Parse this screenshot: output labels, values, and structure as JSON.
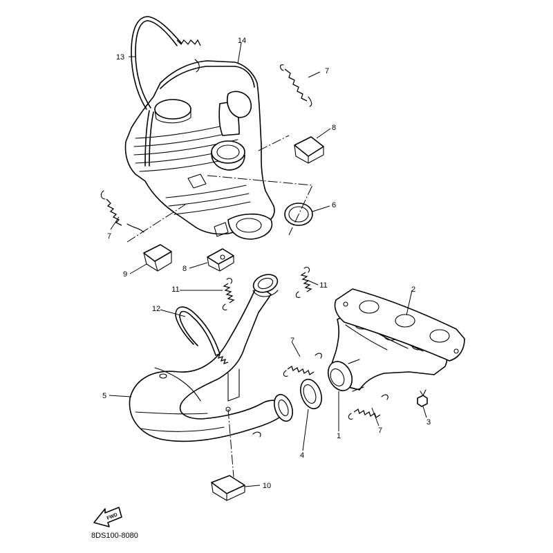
{
  "callouts": {
    "c14": "14",
    "c13": "13",
    "c7a": "7",
    "c8a": "8",
    "c6": "6",
    "c7b": "7",
    "c9": "9",
    "c8b": "8",
    "c11a": "11",
    "c11b": "11",
    "c12": "12",
    "c2": "2",
    "c7c": "7",
    "c5": "5",
    "c3": "3",
    "c7d": "7",
    "c1": "1",
    "c4": "4",
    "c10": "10"
  },
  "fwd_label": "FWD",
  "part_number": "8DS100-8080"
}
